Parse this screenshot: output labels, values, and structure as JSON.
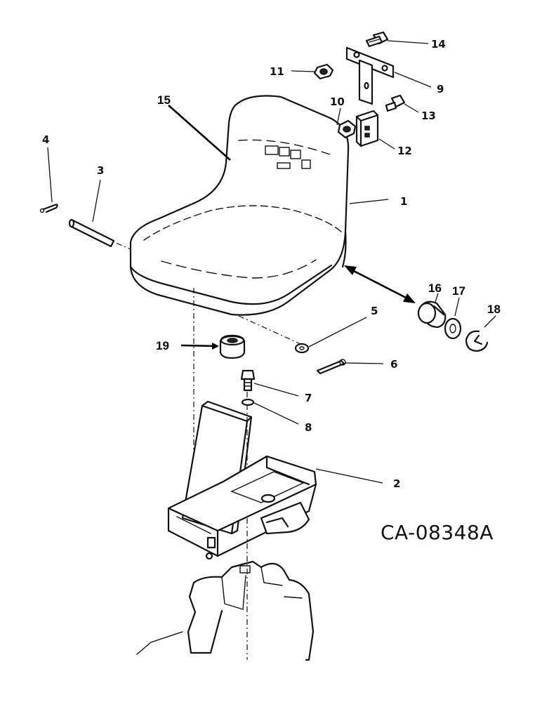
{
  "figure_code": "CA-08348A",
  "callouts": {
    "p1": "1",
    "p2": "2",
    "p3": "3",
    "p4": "4",
    "p5": "5",
    "p6": "6",
    "p7": "7",
    "p8": "8",
    "p9": "9",
    "p10": "10",
    "p11": "11",
    "p12": "12",
    "p13": "13",
    "p14": "14",
    "p15": "15",
    "p16": "16",
    "p17": "17",
    "p18": "18",
    "p19": "19"
  }
}
